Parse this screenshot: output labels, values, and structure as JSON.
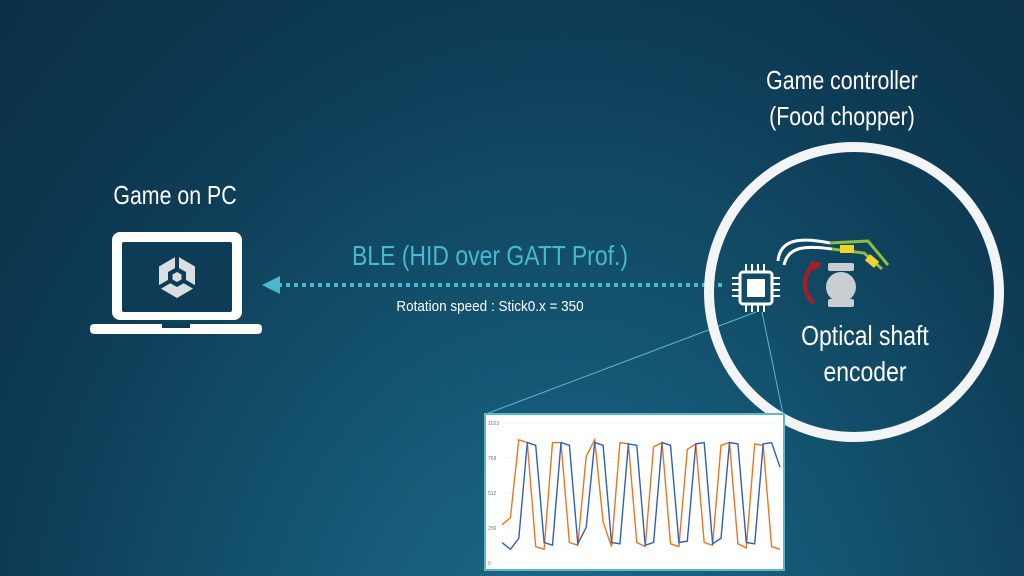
{
  "pc": {
    "title": "Game on PC",
    "logo_icon": "unity-logo"
  },
  "connection": {
    "protocol_label": "BLE (HID over GATT Prof.)",
    "value_label": "Rotation speed : Stick0.x = 350",
    "color": "#49b8cc"
  },
  "controller": {
    "title_line1": "Game controller",
    "title_line2": "(Food chopper)",
    "sensor_line1": "Optical shaft",
    "sensor_line2": "encoder"
  },
  "chart_data": {
    "type": "line",
    "ylim": [
      0,
      1023
    ],
    "y_ticks": [
      "1023",
      "768",
      "512",
      "256",
      "0"
    ],
    "series": [
      {
        "color": "#e87722",
        "values": [
          280,
          330,
          900,
          880,
          120,
          100,
          880,
          880,
          150,
          130,
          780,
          900,
          300,
          120,
          880,
          870,
          150,
          120,
          850,
          880,
          140,
          120,
          830,
          870,
          150,
          130,
          860,
          880,
          140,
          110,
          870,
          860,
          120,
          100
        ]
      },
      {
        "color": "#2f5fb8",
        "values": [
          150,
          100,
          180,
          880,
          860,
          150,
          130,
          880,
          860,
          140,
          260,
          880,
          860,
          150,
          140,
          870,
          860,
          130,
          150,
          880,
          860,
          150,
          160,
          870,
          880,
          140,
          180,
          880,
          870,
          150,
          140,
          870,
          880,
          700
        ]
      }
    ]
  }
}
